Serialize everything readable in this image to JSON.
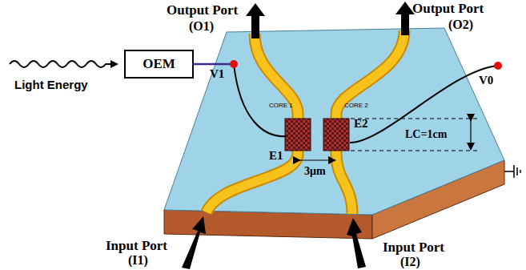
{
  "diagram": {
    "nodes": [
      {
        "text": [
          "OEM"
        ]
      }
    ],
    "labels": [
      "Output Port",
      "(O1)",
      "Output Port",
      "(O2)",
      "Light Energy",
      "V1",
      "V0",
      "CORE 1",
      "CORE 2",
      "E1",
      "E2",
      "LC=1cm",
      "3μm",
      "Input Port",
      "(I1)",
      "Input Port",
      "(I2)"
    ]
  }
}
